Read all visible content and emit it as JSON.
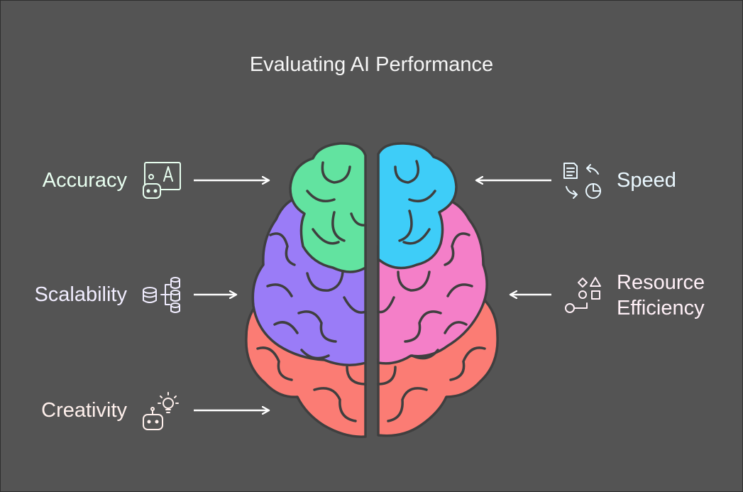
{
  "title": "Evaluating AI Performance",
  "items": {
    "accuracy": {
      "label": "Accuracy",
      "color": "#e8fff0",
      "icon": "robot-letter-icon",
      "brain_color": "#62e3a0"
    },
    "scalability": {
      "label": "Scalability",
      "color": "#f1edff",
      "icon": "database-scale-icon",
      "brain_color": "#9a7cf7"
    },
    "creativity": {
      "label": "Creativity",
      "color": "#fff0ec",
      "icon": "robot-lightbulb-icon",
      "brain_color": "#fb7c74"
    },
    "speed": {
      "label": "Speed",
      "color": "#eaf8ff",
      "icon": "document-timer-icon",
      "brain_color": "#3ecdf8"
    },
    "resource_efficiency": {
      "label_line1": "Resource",
      "label_line2": "Efficiency",
      "color": "#fff0f7",
      "icon": "shapes-resource-icon",
      "brain_color": "#f47fc8"
    }
  },
  "colors": {
    "background": "#545454",
    "outline": "#3f3f3f"
  }
}
